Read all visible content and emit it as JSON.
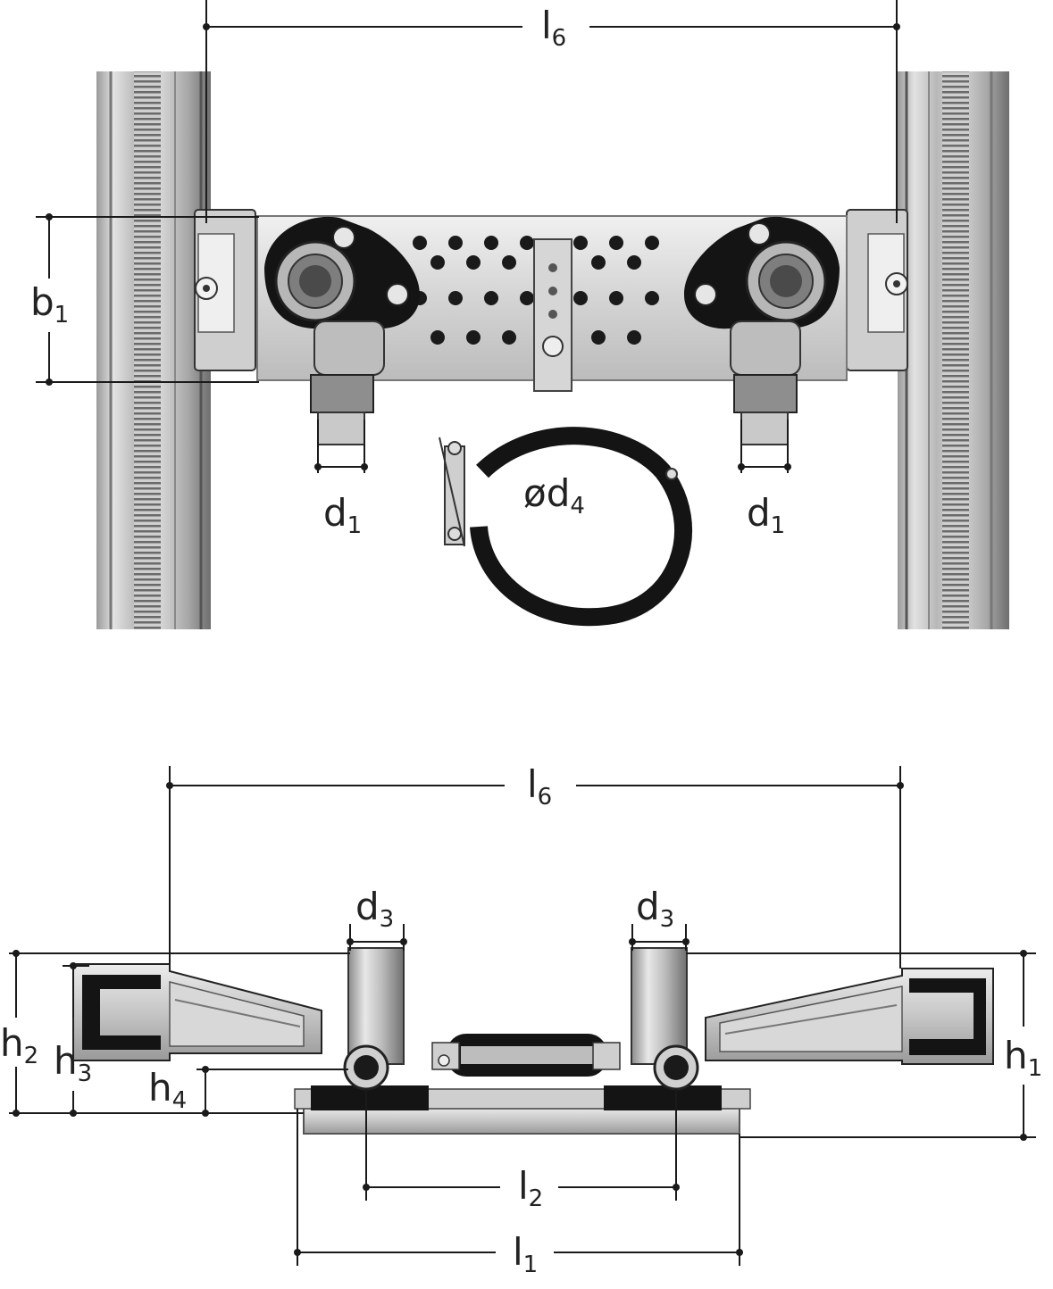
{
  "diagram": {
    "front_view": {
      "l6": {
        "sym": "l",
        "sub": "6"
      },
      "b1": {
        "sym": "b",
        "sub": "1"
      },
      "d1_left": {
        "sym": "d",
        "sub": "1"
      },
      "d1_right": {
        "sym": "d",
        "sub": "1"
      },
      "d4": {
        "sym": "ød",
        "sub": "4"
      }
    },
    "top_view": {
      "l6": {
        "sym": "l",
        "sub": "6"
      },
      "d3_left": {
        "sym": "d",
        "sub": "3"
      },
      "d3_right": {
        "sym": "d",
        "sub": "3"
      },
      "h1": {
        "sym": "h",
        "sub": "1"
      },
      "h2": {
        "sym": "h",
        "sub": "2"
      },
      "h3": {
        "sym": "h",
        "sub": "3"
      },
      "h4": {
        "sym": "h",
        "sub": "4"
      },
      "l2": {
        "sym": "l",
        "sub": "2"
      },
      "l1": {
        "sym": "l",
        "sub": "1"
      }
    }
  },
  "colors": {
    "line": "#1a1a1a",
    "steel_light": "#e6e6e6",
    "steel_mid": "#bdbdbd",
    "steel_dark": "#7a7a7a",
    "black_part": "#141414"
  }
}
